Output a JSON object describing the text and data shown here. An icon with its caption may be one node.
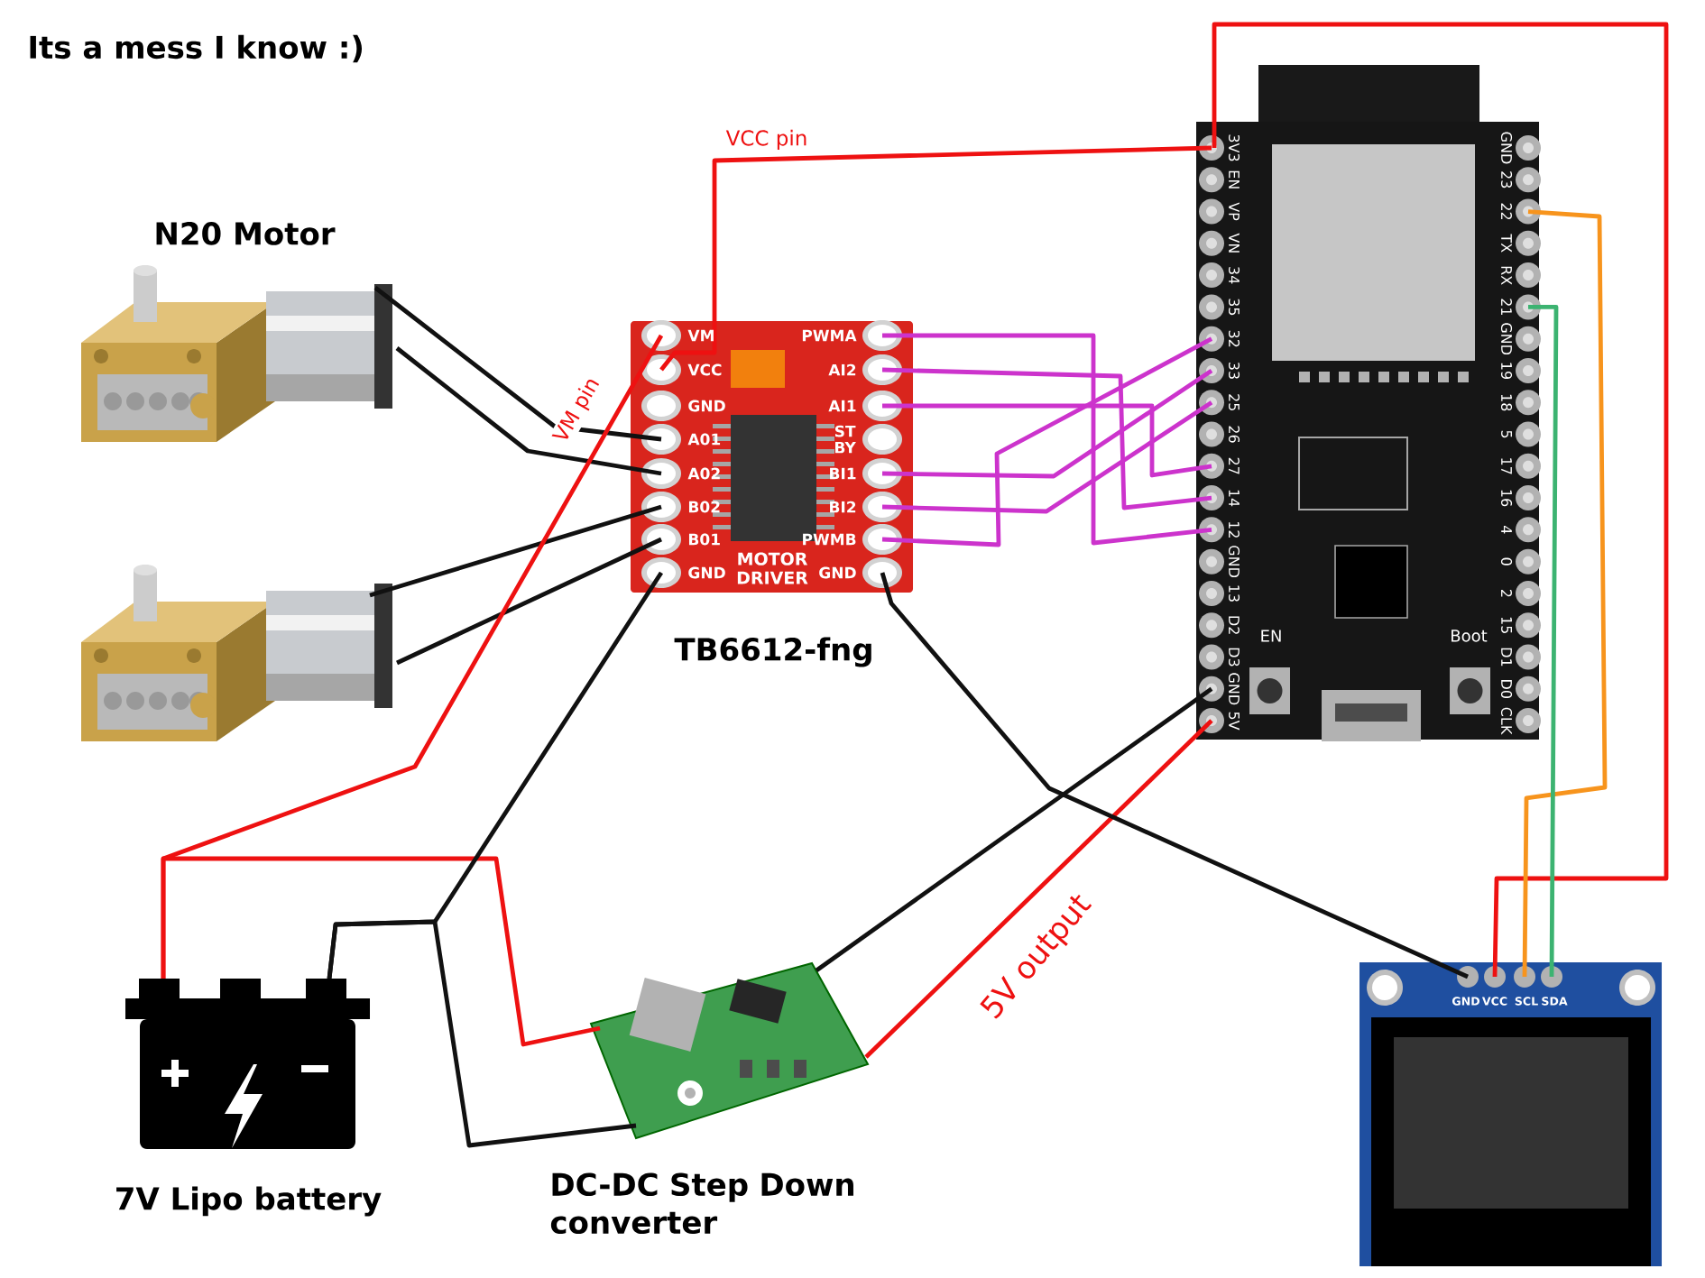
{
  "diagram": {
    "title": "Its a mess I know :)",
    "nodes": [
      {
        "text": [
          "N20 Motor"
        ]
      },
      {
        "text": [],
        "shape": "picture"
      },
      {
        "text": [
          "TB6612-fng"
        ]
      },
      {
        "text": [],
        "shape": "picture"
      },
      {
        "text": [],
        "shape": "picture"
      },
      {
        "text": [
          "7V Lipo battery"
        ]
      },
      {
        "text": [
          "DC-DC Step Down converter"
        ]
      }
    ],
    "edges": [
      {
        "from": 0,
        "to": 2,
        "arrow": "none"
      },
      {
        "from": 0,
        "to": 2,
        "arrow": "none"
      },
      {
        "from": 1,
        "to": 2,
        "arrow": "none"
      },
      {
        "from": 1,
        "to": 2,
        "arrow": "none"
      },
      {
        "from": 5,
        "to": 2,
        "arrow": "none",
        "label": "VM pin",
        "color": "#ee1111"
      },
      {
        "from": 5,
        "to": 6,
        "arrow": "none",
        "color": "#ee1111"
      },
      {
        "from": 5,
        "to": 2,
        "arrow": "none"
      },
      {
        "from": 5,
        "to": 6,
        "arrow": "none"
      },
      {
        "from": 6,
        "to": 3,
        "arrow": "none"
      },
      {
        "from": 6,
        "to": 3,
        "arrow": "none",
        "label": "5V output",
        "color": "#ee1111"
      },
      {
        "from": 2,
        "to": 3,
        "arrow": "none",
        "label": "VCC pin",
        "color": "#ee1111"
      },
      {
        "from": 2,
        "to": 4,
        "arrow": "none"
      },
      {
        "from": 3,
        "to": 4,
        "arrow": "none",
        "color": "#ee1111"
      },
      {
        "from": 3,
        "to": 4,
        "arrow": "none",
        "color": "#f7941d"
      },
      {
        "from": 3,
        "to": 4,
        "arrow": "none",
        "color": "#3cb371"
      },
      {
        "from": 2,
        "to": 3,
        "arrow": "none",
        "color": "#cc33cc"
      },
      {
        "from": 2,
        "to": 3,
        "arrow": "none",
        "color": "#cc33cc"
      },
      {
        "from": 2,
        "to": 3,
        "arrow": "none",
        "color": "#cc33cc"
      },
      {
        "from": 2,
        "to": 3,
        "arrow": "none",
        "color": "#cc33cc"
      },
      {
        "from": 2,
        "to": 3,
        "arrow": "none",
        "color": "#cc33cc"
      },
      {
        "from": 2,
        "to": 3,
        "arrow": "none",
        "color": "#cc33cc"
      }
    ],
    "labels": [
      "VM",
      "VCC",
      "GND",
      "A01",
      "A02",
      "B02",
      "B01",
      "GND",
      "PWMA",
      "AI2",
      "AI1",
      "ST BY",
      "BI1",
      "BI2",
      "PWMB",
      "GND",
      "MOTOR DRIVER",
      "3V3",
      "EN",
      "VP",
      "VN",
      "34",
      "35",
      "32",
      "33",
      "25",
      "26",
      "27",
      "14",
      "12",
      "GND",
      "13",
      "D2",
      "D3",
      "GND",
      "5V",
      "GND",
      "23",
      "22",
      "TX",
      "RX",
      "21",
      "GND",
      "19",
      "18",
      "5",
      "17",
      "16",
      "4",
      "0",
      "2",
      "15",
      "D1",
      "D0",
      "CLK",
      "EN",
      "Boot",
      "GND",
      "VCC",
      "SCL",
      "SDA"
    ]
  }
}
